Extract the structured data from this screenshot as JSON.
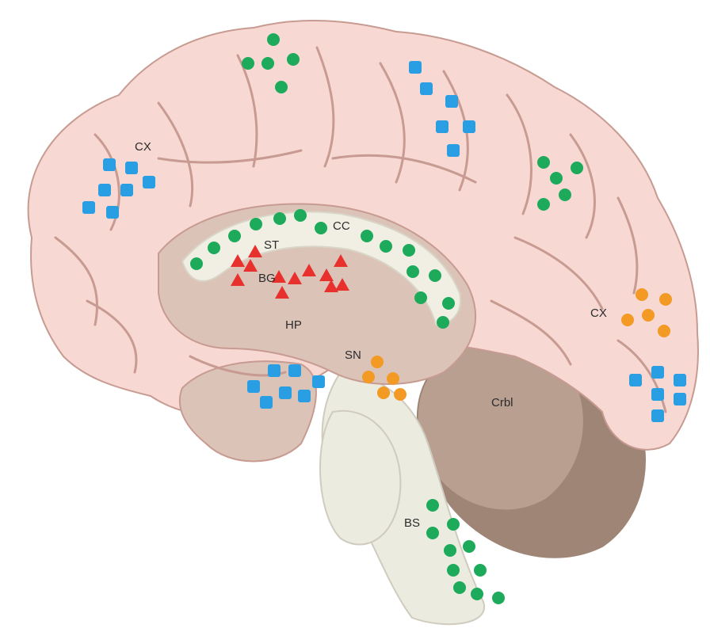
{
  "colors": {
    "cortex_fill": "#f7d8d3",
    "cortex_stroke": "#c79b91",
    "sulcus": "#c79b91",
    "inner_fill": "#dcc3b8",
    "white_matter": "#f1efe4",
    "cerebellum": "#b89f90",
    "cerebellum_dark": "#9f8576",
    "brainstem": "#ecebe0",
    "green_marker": "#1daa5b",
    "blue_marker": "#2a9ee3",
    "orange_marker": "#f39a25",
    "red_marker": "#e8312d"
  },
  "labels": {
    "cx_left": "CX",
    "cx_right": "CX",
    "cc": "CC",
    "st": "ST",
    "bg": "BG",
    "hp": "HP",
    "sn": "SN",
    "crbl": "Crbl",
    "bs": "BS"
  },
  "marker_icons": {
    "green": "circle",
    "blue": "rounded-square",
    "orange": "circle",
    "red": "triangle"
  }
}
